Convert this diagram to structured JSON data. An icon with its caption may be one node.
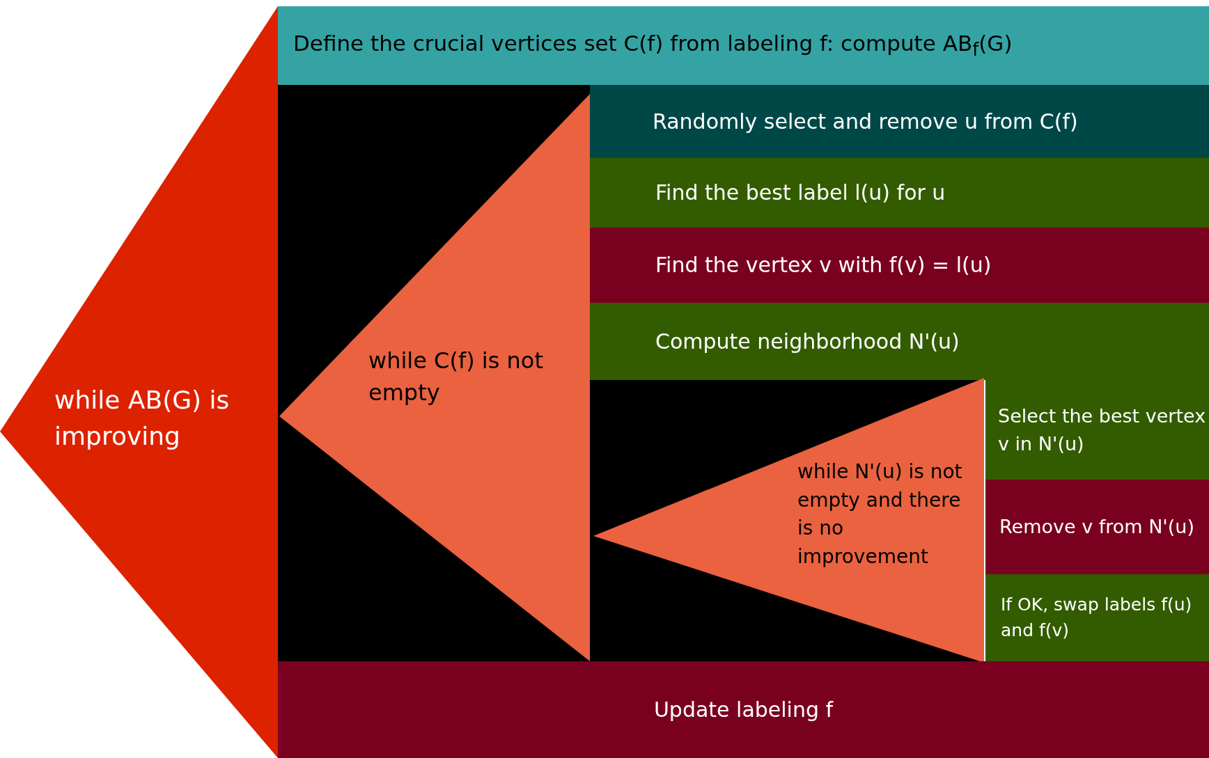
{
  "diagram": {
    "nodes": [
      {
        "text": [
          "while AB(G) is improving"
        ]
      },
      {
        "text": [
          "Define the crucial vertices set C(f) from labeling f: compute AB$_{f}$(G)"
        ]
      },
      {
        "text": [
          "while C(f) is not empty"
        ]
      },
      {
        "text": [
          "Randomly select and remove u from C(f)"
        ]
      },
      {
        "text": [
          "Find the best label l(u) for u"
        ]
      },
      {
        "text": [
          "Find the vertex v with f(v) = l(u)"
        ]
      },
      {
        "text": [
          "Compute neighborhood N'(u)"
        ]
      },
      {
        "text": [
          "while N'(u) is not empty and there is no improvement"
        ]
      },
      {
        "text": [
          "Select the best vertex v in N'(u)"
        ]
      },
      {
        "text": [
          "Remove v from N'(u)"
        ]
      },
      {
        "text": [
          "If OK, swap labels f(u) and f(v)"
        ]
      },
      {
        "text": [
          "Update labeling f"
        ]
      }
    ],
    "edges": []
  }
}
